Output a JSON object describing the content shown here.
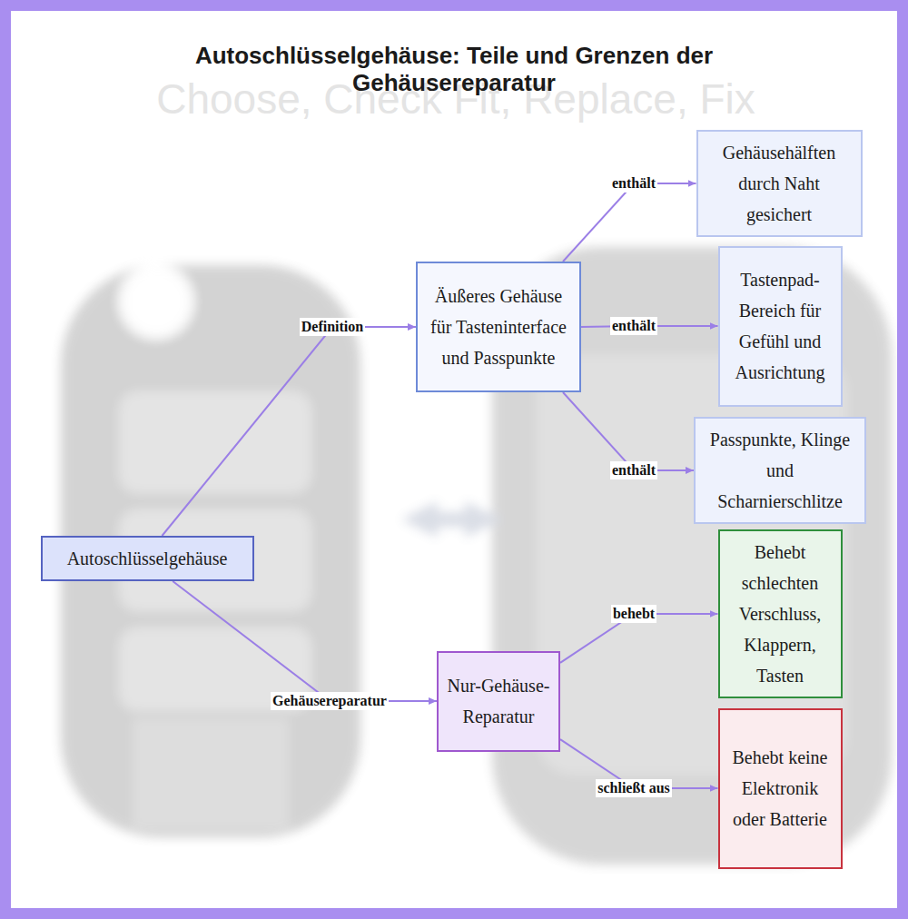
{
  "diagram": {
    "title": "Autoschlüsselgehäuse: Teile und Grenzen der Gehäusereparatur",
    "nodes": [
      {
        "text": [
          "Autoschlüsselgehäuse"
        ]
      },
      {
        "text": [
          "Äußeres Gehäuse für Tasteninterface und Passpunkte"
        ]
      },
      {
        "text": [
          "Gehäusehälften durch Naht gesichert"
        ]
      },
      {
        "text": [
          "Tastenpad-Bereich für Gefühl und Ausrichtung"
        ]
      },
      {
        "text": [
          "Passpunkte, Klinge und Scharnierschlitze"
        ]
      },
      {
        "text": [
          "Nur-Gehäuse-Reparatur"
        ]
      },
      {
        "text": [
          "Behebt schlechten Verschluss, Klappern, Tasten"
        ]
      },
      {
        "text": [
          "Behebt keine Elektronik oder Batterie"
        ]
      }
    ],
    "edges": [
      {
        "from": 0,
        "to": 1,
        "label": "Definition",
        "arrow": "to"
      },
      {
        "from": 1,
        "to": 2,
        "label": "enthält",
        "arrow": "to"
      },
      {
        "from": 1,
        "to": 3,
        "label": "enthält",
        "arrow": "to"
      },
      {
        "from": 1,
        "to": 4,
        "label": "enthält",
        "arrow": "to"
      },
      {
        "from": 0,
        "to": 5,
        "label": "Gehäusereparatur",
        "arrow": "to"
      },
      {
        "from": 5,
        "to": 6,
        "label": "behebt",
        "arrow": "to"
      },
      {
        "from": 5,
        "to": 7,
        "label": "schließt aus",
        "arrow": "to"
      }
    ],
    "labels": [
      "Choose, Check Fit, Replace, Fix"
    ]
  }
}
